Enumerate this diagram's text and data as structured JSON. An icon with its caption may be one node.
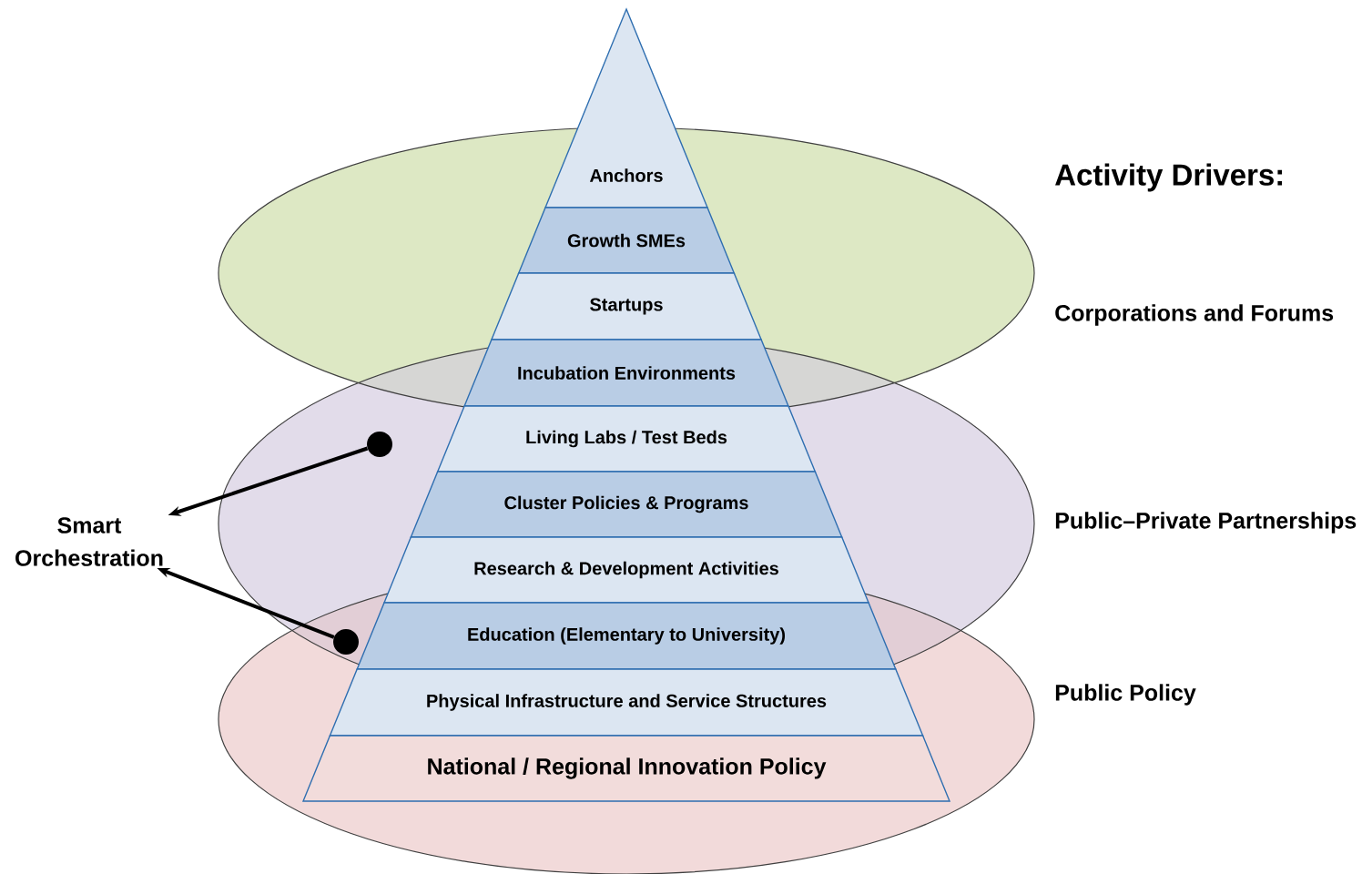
{
  "diagram": {
    "nodes": [
      {
        "text": [
          "Anchors"
        ]
      },
      {
        "text": [
          "Growth SMEs"
        ]
      },
      {
        "text": [
          "Startups"
        ]
      },
      {
        "text": [
          "Incubation Environments"
        ]
      },
      {
        "text": [
          "Living Labs / Test Beds"
        ]
      },
      {
        "text": [
          "Cluster Policies & Programs"
        ]
      },
      {
        "text": [
          "Research & Development Activities"
        ]
      },
      {
        "text": [
          "Education (Elementary to University)"
        ]
      },
      {
        "text": [
          "Physical Infrastructure and Service Structures"
        ]
      },
      {
        "text": [
          "National / Regional Innovation Policy"
        ]
      },
      {
        "text": [
          "Smart Orchestration"
        ]
      },
      {
        "text": [],
        "shape": "circle"
      },
      {
        "text": [],
        "shape": "circle"
      }
    ],
    "edges": [
      {
        "from": 11,
        "to": 10,
        "arrow": "to"
      },
      {
        "from": 12,
        "to": 10,
        "arrow": "to"
      }
    ],
    "labels": [
      "Activity Drivers:",
      "Corporations and Forums",
      "Public–Private Partnerships",
      "Public Policy"
    ]
  }
}
